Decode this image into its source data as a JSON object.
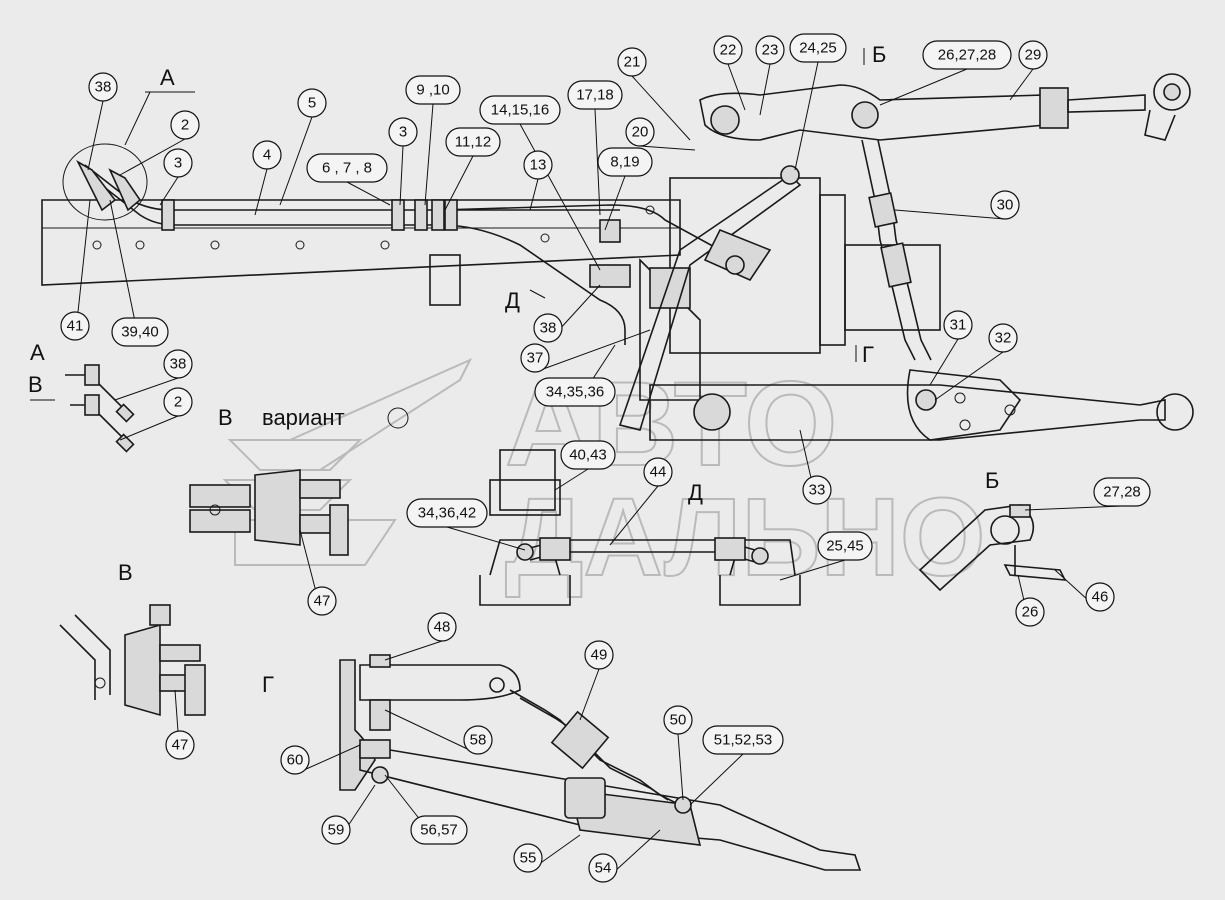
{
  "watermark": {
    "line1": "АВТО",
    "line2": "ДАЛЬНО"
  },
  "view_labels": {
    "A_main": "А",
    "A_left": "А",
    "V_left": "В",
    "B_top": "Б",
    "G_mid": "Г",
    "D_mid": "Д",
    "V_variant": "В",
    "variant_word": "вариант",
    "D_detail": "Д",
    "B_detail": "Б",
    "V_detail": "В",
    "G_detail": "Г"
  },
  "callouts": [
    {
      "id": "c38a",
      "text": "38"
    },
    {
      "id": "c2a",
      "text": "2"
    },
    {
      "id": "c3a",
      "text": "3"
    },
    {
      "id": "c4",
      "text": "4"
    },
    {
      "id": "c5",
      "text": "5"
    },
    {
      "id": "c678",
      "text": "6 , 7 , 8"
    },
    {
      "id": "c3b",
      "text": "3"
    },
    {
      "id": "c910",
      "text": "9 ,10"
    },
    {
      "id": "c1112",
      "text": "11,12"
    },
    {
      "id": "c141516",
      "text": "14,15,16"
    },
    {
      "id": "c1718",
      "text": "17,18"
    },
    {
      "id": "c13",
      "text": "13"
    },
    {
      "id": "c21",
      "text": "21"
    },
    {
      "id": "c20",
      "text": "20"
    },
    {
      "id": "c819",
      "text": "8,19"
    },
    {
      "id": "c22",
      "text": "22"
    },
    {
      "id": "c23",
      "text": "23"
    },
    {
      "id": "c2425",
      "text": "24,25"
    },
    {
      "id": "c262728",
      "text": "26,27,28"
    },
    {
      "id": "c29",
      "text": "29"
    },
    {
      "id": "c30",
      "text": "30"
    },
    {
      "id": "c41",
      "text": "41"
    },
    {
      "id": "c3940",
      "text": "39,40"
    },
    {
      "id": "c38b",
      "text": "38"
    },
    {
      "id": "c37",
      "text": "37"
    },
    {
      "id": "c343536",
      "text": "34,35,36"
    },
    {
      "id": "c31",
      "text": "31"
    },
    {
      "id": "c32",
      "text": "32"
    },
    {
      "id": "c33",
      "text": "33"
    },
    {
      "id": "c38c",
      "text": "38"
    },
    {
      "id": "c2b",
      "text": "2"
    },
    {
      "id": "c4043",
      "text": "40,43"
    },
    {
      "id": "c44",
      "text": "44"
    },
    {
      "id": "c343642",
      "text": "34,36,42"
    },
    {
      "id": "c2545",
      "text": "25,45"
    },
    {
      "id": "c2728",
      "text": "27,28"
    },
    {
      "id": "c26",
      "text": "26"
    },
    {
      "id": "c46",
      "text": "46"
    },
    {
      "id": "c47a",
      "text": "47"
    },
    {
      "id": "c47b",
      "text": "47"
    },
    {
      "id": "c48",
      "text": "48"
    },
    {
      "id": "c49",
      "text": "49"
    },
    {
      "id": "c50",
      "text": "50"
    },
    {
      "id": "c515253",
      "text": "51,52,53"
    },
    {
      "id": "c58",
      "text": "58"
    },
    {
      "id": "c60",
      "text": "60"
    },
    {
      "id": "c59",
      "text": "59"
    },
    {
      "id": "c5657",
      "text": "56,57"
    },
    {
      "id": "c55",
      "text": "55"
    },
    {
      "id": "c54",
      "text": "54"
    }
  ]
}
